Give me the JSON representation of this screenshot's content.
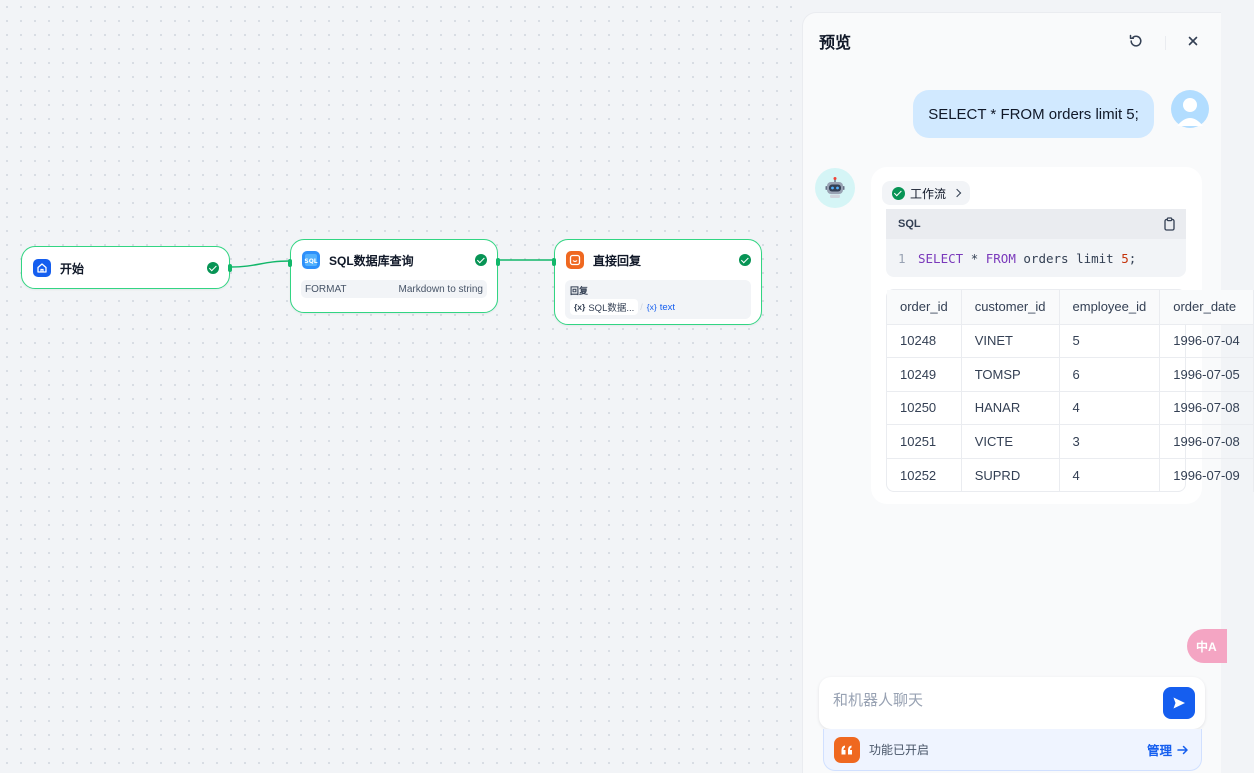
{
  "canvas": {
    "nodes": [
      {
        "title": "开始"
      },
      {
        "title": "SQL数据库查询",
        "field_key": "FORMAT",
        "field_value": "Markdown to string"
      },
      {
        "title": "直接回复",
        "reply_label": "回复",
        "var_node": "SQL数据...",
        "var_name": "text",
        "var_prefix": "{x}"
      }
    ]
  },
  "preview": {
    "title": "预览",
    "user_message": "SELECT * FROM orders limit 5;",
    "workflow_label": "工作流",
    "code": {
      "lang": "SQL",
      "line_no": "1"
    },
    "table": {
      "columns": [
        "order_id",
        "customer_id",
        "employee_id",
        "order_date"
      ],
      "rows": [
        [
          "10248",
          "VINET",
          "5",
          "1996-07-04"
        ],
        [
          "10249",
          "TOMSP",
          "6",
          "1996-07-05"
        ],
        [
          "10250",
          "HANAR",
          "4",
          "1996-07-08"
        ],
        [
          "10251",
          "VICTE",
          "3",
          "1996-07-08"
        ],
        [
          "10252",
          "SUPRD",
          "4",
          "1996-07-09"
        ]
      ]
    },
    "translate_label": "中A",
    "input_placeholder": "和机器人聊天",
    "feature_text": "功能已开启",
    "manage_label": "管理"
  },
  "colors": {
    "accent": "#155eef",
    "success": "#079455",
    "node_border": "#32d583"
  }
}
